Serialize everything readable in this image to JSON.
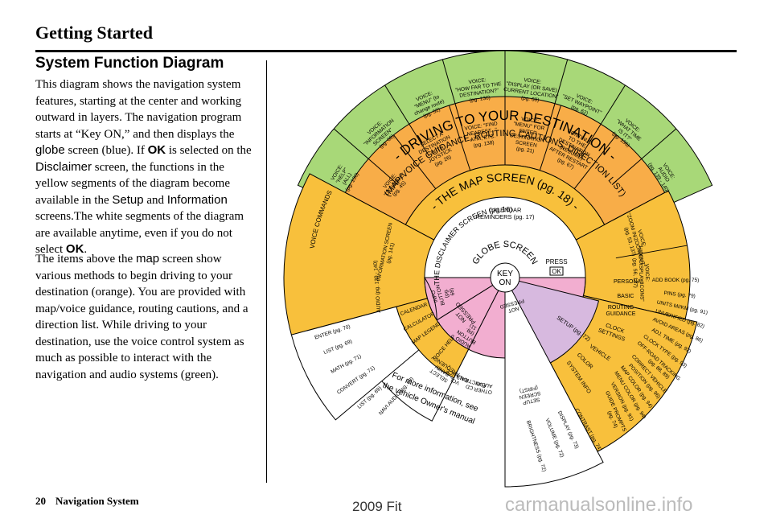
{
  "header": {
    "title": "Getting Started"
  },
  "section": {
    "heading": "System Function Diagram",
    "para1": {
      "t1": "This diagram shows the navigation system features, starting at the center and working outward in layers. The navigation program starts at “Key ON,” and then displays the ",
      "w_globe": "globe",
      "t2": " screen (blue). If ",
      "w_ok": "OK",
      "t3": " is selected on the ",
      "w_disclaimer": "Disclaimer",
      "t4": " screen, the functions in the yellow segments of the diagram become available in the ",
      "w_setup": "Setup",
      "t5": " and ",
      "w_information": "Information",
      "t6": " screens.The white segments of the diagram are available anytime, even if you do not select ",
      "w_ok2": "OK",
      "t7": "."
    },
    "para2": {
      "t1": "The items above the ",
      "w_map": "map",
      "t2": " screen show various methods to begin driving to your destination (orange). You are provided with map/voice guidance, routing cautions, and a direction list. While driving to your destination, use the voice control system as much as possible to interact with the navigation and audio systems (green)."
    }
  },
  "diagram": {
    "colors": {
      "globe": "#4fb9d3",
      "disclaimer": "#f2aed0",
      "setup_purple": "#d7b9df",
      "yellow": "#f8c03c",
      "orange": "#f8ad48",
      "green": "#a8d878",
      "key": "#ffffff"
    },
    "key": {
      "line1": "KEY",
      "line2": "ON"
    },
    "globe_label": "GLOBE SCREEN",
    "press_label": "PRESS",
    "ok_label": "OK",
    "not_pressed_left": [
      "NOT",
      "PRESSED"
    ],
    "not_pressed_right": [
      "NOT",
      "PRESSED"
    ],
    "disclaimer_label": "THE DISCLAIMER SCREEN (pg.",
    "disclaimer_pg": "16",
    "disclaimer_close": ")",
    "info_button": [
      "INFO",
      "BUTTON",
      "(pg.",
      "68)"
    ],
    "audio_button": [
      "AUDIO",
      "BUTTON",
      "(pg.",
      "11)"
    ],
    "setup_label": "SETUP (pg. ",
    "setup_pg": "72",
    "calendar_reminders": "CALENDAR",
    "calendar_reminders2": "REMINDERS (pg.",
    "calendar_reminders_pg": "17",
    "map_screen_label": "- THE MAP SCREEN (pg.",
    "map_screen_pg": "18",
    "map_screen_close": ") -",
    "driving_title": "- DRIVING TO YOUR DESTINATION -",
    "driving_sub": "(MAP/VOICE GUIDANCE, ROUTING CAUTIONS, DIRECTION LIST)",
    "voice_commands": "VOICE COMMANDS",
    "info_screen": "INFORMATION SCREEN",
    "info_screen_pg": "(pg. 141)",
    "audio_pg": "AUDIO (pg. 139 - 140)",
    "orange_items": [
      [
        "VOICE:",
        "\"GO HOME\"",
        "(pg. 45)"
      ],
      [
        "SELECT A",
        "DESTINATION",
        "WITH",
        "JOYSTICK",
        "(pg. 26)"
      ],
      [
        "VOICE: \"FIND",
        "NEAREST...\"",
        "ATM, ETC.",
        "(pg. 138)"
      ],
      [
        "VOICE:",
        "\"MENU\" FOR",
        "ENTER",
        "DESTINATION",
        "SCREEN",
        "(pg. 21)"
      ],
      [
        "CONTINUE",
        "TO THE",
        "DESTINATION",
        "(RESUME)",
        "AFTER RESTART",
        "(pg. 67)"
      ]
    ],
    "green_items": [
      [
        "VOICE:",
        "\"HELP\"",
        "(ALL)",
        "(pg. 136)"
      ],
      [
        "VOICE:",
        "\"INFORMATION",
        "SCREEN\"",
        "(pg. 68)"
      ],
      [
        "VOICE:",
        "\"MENU\" (to",
        "change route)",
        "(pg. 52)"
      ],
      [
        "VOICE:",
        "\"HOW FAR TO THE",
        "DESTINATION?\"",
        "(pg. 136)"
      ],
      [
        "VOICE:",
        "\"DISPLAY (OR SAVE)",
        "CURRENT LOCATION\"",
        "(pg. 60)"
      ],
      [
        "VOICE:",
        "\"SET WAYPOINT\"",
        "(pg. 62)"
      ],
      [
        "VOICE:",
        "\"WHAT TIME",
        "IS IT?\"",
        "(pg. 136)"
      ],
      [
        "VOICE:",
        "AUDIO",
        "(pg. 139 - 140)"
      ]
    ],
    "voice_zoom": [
      "VOICE:",
      "\"ZOOM IN/ZOOM OUT\"",
      "(pg. 53, 137)"
    ],
    "voice_hide": [
      "VOICE:",
      "\"HIDE/DISPLAY ICONS\"",
      "(pg. 56, 137)"
    ],
    "left_info_items": [
      "ENTER (pg. 70)",
      "LIST (pg. 69)",
      "MATH (pg. 71)",
      "CONVERT (pg. 71)",
      "LIST (pg. 69)"
    ],
    "left_info_items2": [
      "CALENDAR",
      "CALCULATOR",
      "MAP LEGEND"
    ],
    "navi_audio": "NAVI AUDIO (pg. 68)",
    "voice_help": "VOICE HELP",
    "audio_sub": [
      [
        "SELECT",
        "BAND/",
        "FREQUENCY"
      ],
      [
        "VOL",
        "BALANCE"
      ],
      [
        "CD",
        "FUNCTIONS"
      ],
      [
        "OTHER",
        "AUDIO"
      ]
    ],
    "more_info": [
      "For more information, see",
      "the vehicle Owner's manual"
    ],
    "setup_left_col": [
      "PERSONAL",
      "BASIC",
      "ROUTING",
      "GUIDANCE",
      "CLOCK",
      "SETTINGS",
      "VEHICLE",
      "COLOR",
      "SYSTEM INFO"
    ],
    "setup_right_col": [
      "ADD BOOK (pg. 75)",
      "PINS (pg. 79)",
      "UNITS MI/KM (pg. 91)",
      "UNVERIFIED (pg. 82)",
      "AVOID AREAS (pg. 86)",
      "ADJ. TIME (pg. 92)",
      "CLOCK TYPE (pg. 93)",
      "OFF-ROAD TRACKING",
      "(pg. 88, 89)",
      "CORRECT VEHICLE",
      "POSITION (pg. 96)",
      "MAP COLOR (pg. 94)",
      "MENU COLOR (pg. 94)",
      "VERSION (pg. 91)",
      "GUIDE PROMPTS",
      "(pg. 74)"
    ],
    "setup_screen": [
      "SETUP",
      "SCREEN",
      "(FIRST)"
    ],
    "setup_bottom": [
      "BRIGHTNESS (pg. 72)",
      "VOLUME (pg. 72)",
      "DISPLAY (pg. 73)",
      "CONTRAST (pg. 74)"
    ]
  },
  "footer": {
    "page": "20",
    "label": "Navigation System"
  },
  "watermark": {
    "model": "2009  Fit",
    "site": "carmanualsonline.info"
  }
}
